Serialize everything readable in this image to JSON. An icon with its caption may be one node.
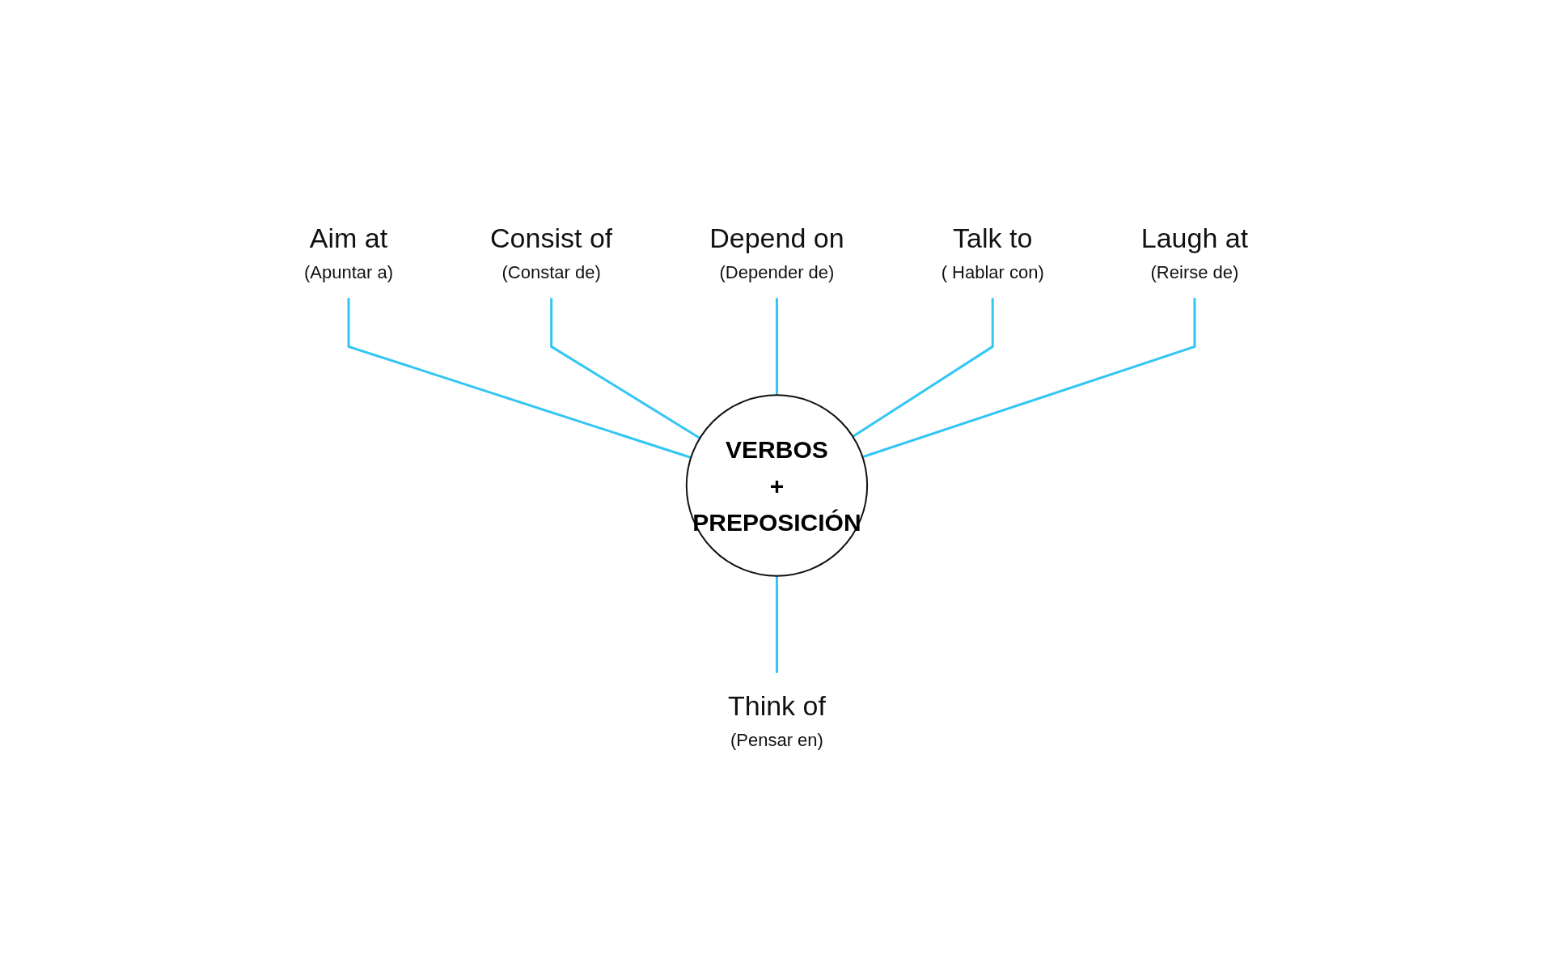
{
  "diagram": {
    "nodes": [
      {
        "text": [
          "VERBOS",
          "+",
          "PREPOSICIÓN"
        ]
      },
      {
        "text": [
          "Aim at",
          "(Apuntar a)"
        ]
      },
      {
        "text": [
          "Consist of",
          "(Constar de)"
        ]
      },
      {
        "text": [
          "Depend on",
          "(Depender de)"
        ]
      },
      {
        "text": [
          "Talk to",
          "( Hablar con)"
        ]
      },
      {
        "text": [
          "Laugh at",
          "(Reirse de)"
        ]
      },
      {
        "text": [
          "Think of",
          "(Pensar en)"
        ]
      }
    ],
    "edges": [
      {
        "from": 1,
        "to": 0,
        "arrow": "none"
      },
      {
        "from": 2,
        "to": 0,
        "arrow": "none"
      },
      {
        "from": 3,
        "to": 0,
        "arrow": "none"
      },
      {
        "from": 4,
        "to": 0,
        "arrow": "none"
      },
      {
        "from": 5,
        "to": 0,
        "arrow": "none"
      },
      {
        "from": 0,
        "to": 6,
        "arrow": "none"
      }
    ]
  }
}
